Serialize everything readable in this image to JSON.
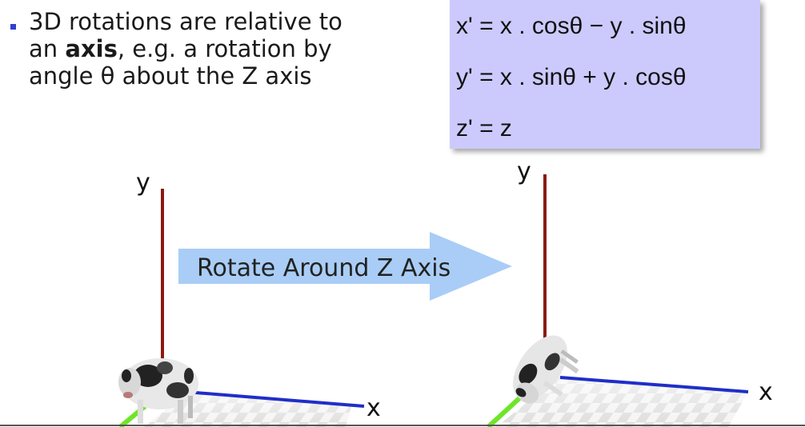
{
  "bullet": {
    "line1": "3D rotations are relative to",
    "line2_pre": "an ",
    "line2_bold": "axis",
    "line2_post": ", e.g. a rotation by",
    "line3": "angle θ about the Z axis"
  },
  "equations": {
    "eq1": "x' = x . cosθ  − y . sinθ",
    "eq2": "y' = x . sinθ  + y . cosθ",
    "eq3": "z' = z"
  },
  "arrow": {
    "label": "Rotate Around Z Axis"
  },
  "left_scene": {
    "y_label": "y",
    "x_label": "x"
  },
  "right_scene": {
    "y_label": "y",
    "x_label": "x"
  },
  "colors": {
    "y_axis": "#8b1a14",
    "x_axis": "#1f2ec8",
    "z_axis": "#6fe52a",
    "arrow_fill": "#a9cdf6",
    "eq_box": "#cccafc",
    "bullet_marker": "#2f3fd0"
  }
}
